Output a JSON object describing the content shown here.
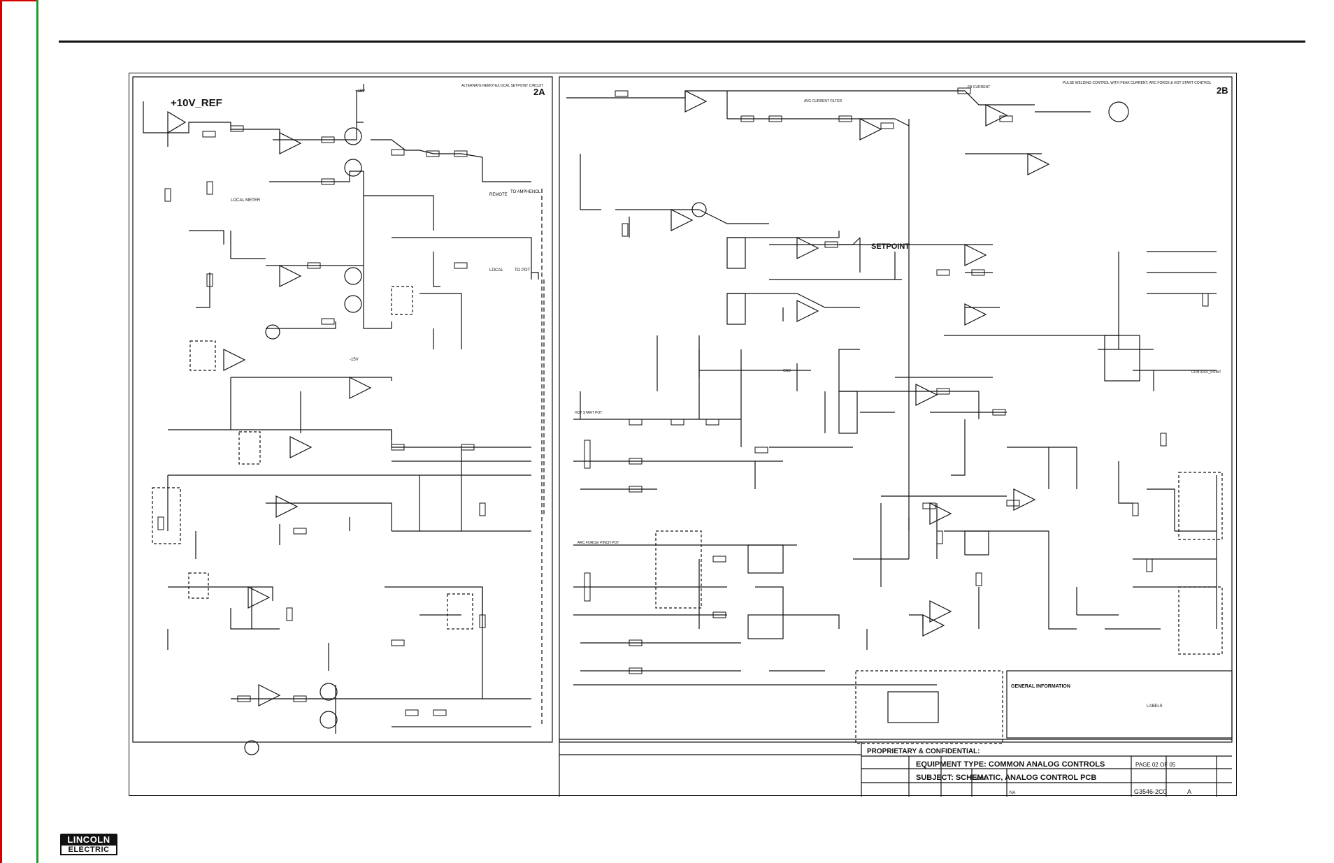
{
  "sheet": {
    "panel_a_label": "2A",
    "panel_b_label": "2B",
    "panel_a_caption": "ALTERNATE REMOTE/LOCAL SETPOINT CIRCUIT",
    "panel_b_caption": "PULSE WELDING CONTROL WITH PEAK CURRENT, ARC FORCE & HOT START CONTROL"
  },
  "labels": {
    "ref_10v": "+10V_REF",
    "setpoint": "SETPOINT",
    "local_meter": "LOCAL METER",
    "remote": "REMOTE",
    "local": "LOCAL",
    "to_pot": "TO POT",
    "to_amphenol": "TO AMPHENOL",
    "plus15v": "+15V",
    "minus15v": "-15V",
    "control_point": "CONTROL_POINT",
    "fb_current": "FB CURRENT",
    "avg_current_filter": "AVG CURRENT FILTER",
    "hot_start": "HOT START POT",
    "arc_force": "ARC FORCE/ PINCH POT",
    "gnd": "GND"
  },
  "title_block": {
    "proprietary": "PROPRIETARY & CONFIDENTIAL:",
    "equipment_type": "EQUIPMENT TYPE: COMMON ANALOG CONTROLS",
    "subject": "SUBJECT: SCHEMATIC, ANALOG CONTROL PCB",
    "page": "PAGE 02 OF 05",
    "drawing_number": "G3546-2C0",
    "revision": "A",
    "scale": "NONE",
    "material": "NA"
  },
  "general_info": {
    "heading": "GENERAL INFORMATION",
    "label_heading": "LABELS"
  },
  "logo": {
    "top": "LINCOLN",
    "bottom": "ELECTRIC"
  }
}
